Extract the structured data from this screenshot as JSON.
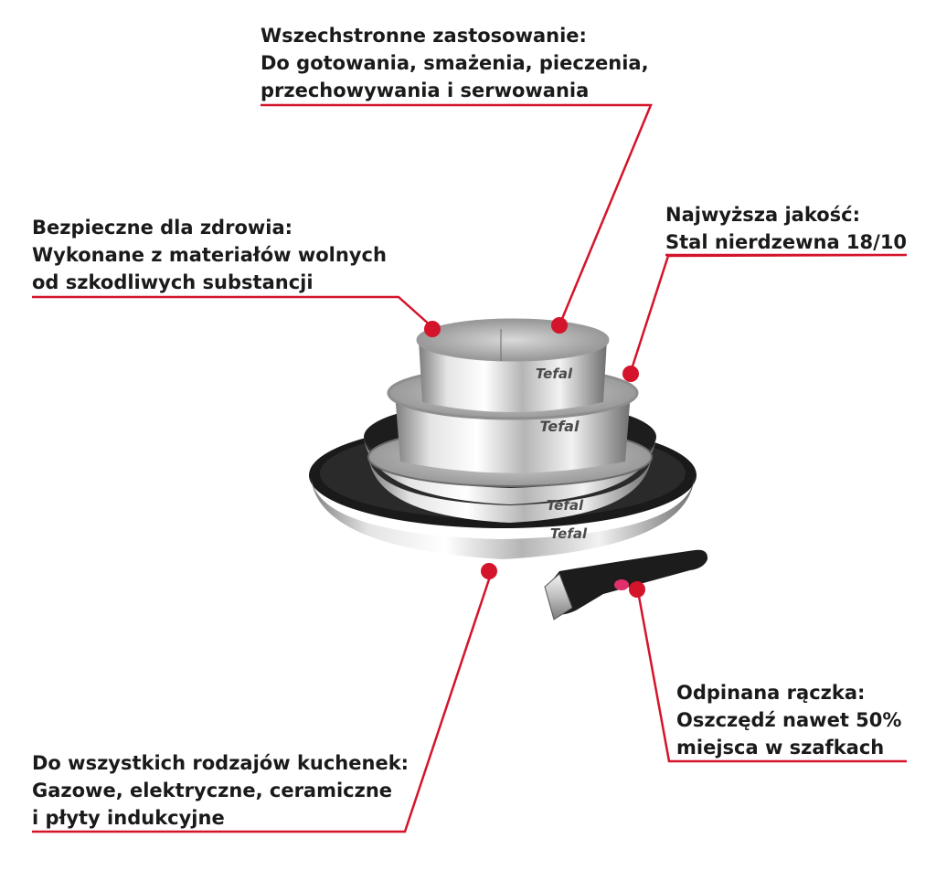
{
  "colors": {
    "accent_red": "#d4142a",
    "text": "#1a1a1a",
    "steel_light": "#eeeeee",
    "steel_dark": "#8a8a8a",
    "handle_black": "#1c1c1c",
    "handle_pink": "#e0306a"
  },
  "callouts": {
    "versatile": {
      "title": "Wszechstronne zastosowanie:",
      "line1": "Do gotowania, smażenia, pieczenia,",
      "line2": "przechowywania i serwowania"
    },
    "health": {
      "title": "Bezpieczne dla zdrowia:",
      "line1": "Wykonane z materiałów wolnych",
      "line2": "od szkodliwych substancji"
    },
    "quality": {
      "title": "Najwyższa jakość:",
      "line1": "Stal nierdzewna 18/10"
    },
    "handle": {
      "title": "Odpinana rączka:",
      "line1": "Oszczędź nawet 50%",
      "line2": "miejsca w szafkach"
    },
    "stoves": {
      "title": "Do wszystkich rodzajów kuchenek:",
      "line1": "Gazowe, elektryczne, ceramiczne",
      "line2": "i płyty indukcyjne"
    }
  },
  "product": {
    "brand_marks": [
      "Tefal",
      "Tefal",
      "Tefal",
      "Tefal"
    ],
    "icons": [
      "cookware-set-icon",
      "detachable-handle-icon"
    ]
  }
}
